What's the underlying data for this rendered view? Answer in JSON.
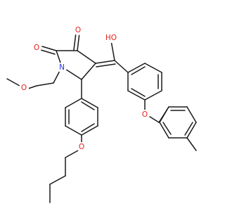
{
  "molecule": {
    "atoms": {
      "o_ketone": "O",
      "o_lactam": "O",
      "n_ring": "N",
      "o_hydroxy": "HO",
      "o_methoxy": "O",
      "o_ether_benzyl": "O",
      "o_butoxy": "O"
    },
    "colors": {
      "oxygen": "#e8201a",
      "nitrogen": "#2a35d6",
      "bond": "#1a1a1a"
    }
  }
}
